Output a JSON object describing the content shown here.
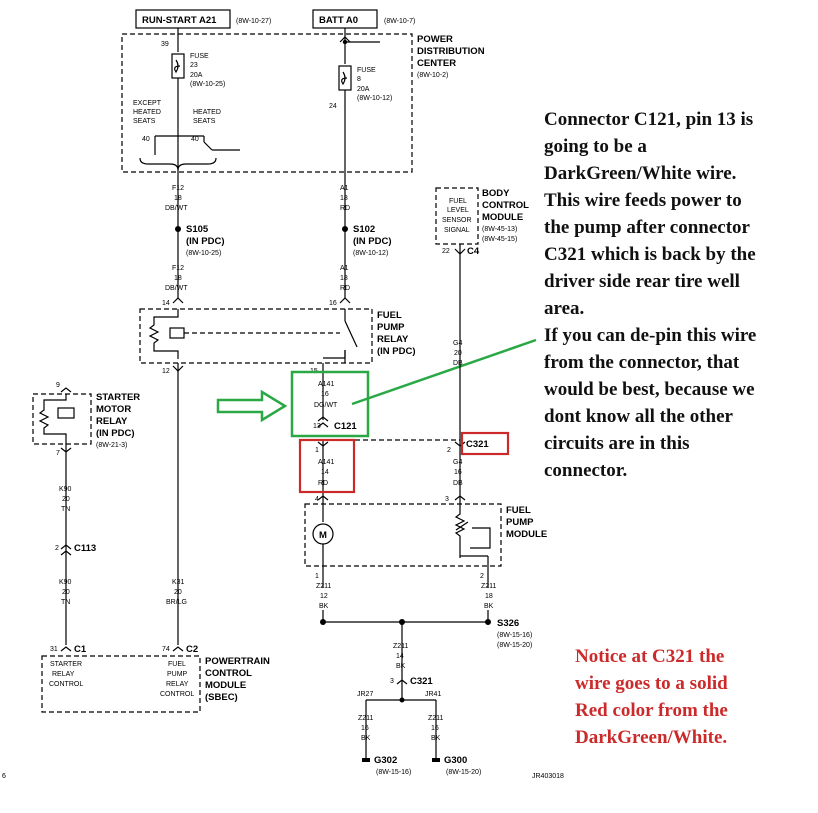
{
  "top_labels": {
    "run_start": "RUN-START A21",
    "run_start_ref": "(8W-10-27)",
    "batt": "BATT A0",
    "batt_ref": "(8W-10-7)"
  },
  "pdc": {
    "title_line1": "POWER",
    "title_line2": "DISTRIBUTION",
    "title_line3": "CENTER",
    "ref": "(8W-10-2)",
    "pin_39": "39",
    "pin_24": "24",
    "fuse23_l1": "FUSE",
    "fuse23_l2": "23",
    "fuse23_l3": "20A",
    "fuse23_ref": "(8W-10-25)",
    "fuse8_l1": "FUSE",
    "fuse8_l2": "8",
    "fuse8_l3": "20A",
    "fuse8_ref": "(8W-10-12)",
    "except_l1": "EXCEPT",
    "except_l2": "HEATED",
    "except_l3": "SEATS",
    "heated_l1": "HEATED",
    "heated_l2": "SEATS",
    "pin_40a": "40",
    "pin_40b": "40"
  },
  "wires": {
    "f12_a": {
      "l1": "F12",
      "l2": "18",
      "l3": "DB/WT"
    },
    "a1_a": {
      "l1": "A1",
      "l2": "18",
      "l3": "RD"
    },
    "f12_b": {
      "l1": "F12",
      "l2": "18",
      "l3": "DB/WT"
    },
    "a1_b": {
      "l1": "A1",
      "l2": "18",
      "l3": "RD"
    },
    "g4_a": {
      "l1": "G4",
      "l2": "20",
      "l3": "DB"
    },
    "a141_a": {
      "l1": "A141",
      "l2": "16",
      "l3": "DG/WT"
    },
    "a141_b": {
      "l1": "A141",
      "l2": "14",
      "l3": "RD"
    },
    "g4_b": {
      "l1": "G4",
      "l2": "16",
      "l3": "DB"
    },
    "k90_a": {
      "l1": "K90",
      "l2": "20",
      "l3": "TN"
    },
    "k90_b": {
      "l1": "K90",
      "l2": "20",
      "l3": "TN"
    },
    "k31": {
      "l1": "K31",
      "l2": "20",
      "l3": "BR/LG"
    },
    "z211_l": {
      "l1": "Z211",
      "l2": "12",
      "l3": "BK"
    },
    "z211_r": {
      "l1": "Z211",
      "l2": "18",
      "l3": "BK"
    },
    "z211_c": {
      "l1": "Z211",
      "l2": "14",
      "l3": "BK"
    },
    "z211_jl": {
      "l1": "Z211",
      "l2": "16",
      "l3": "BK"
    },
    "z211_jr": {
      "l1": "Z211",
      "l2": "16",
      "l3": "BK"
    }
  },
  "splices": {
    "s105": "S105",
    "s105_sub": "(IN PDC)",
    "s105_ref": "(8W-10-25)",
    "s102": "S102",
    "s102_sub": "(IN PDC)",
    "s102_ref": "(8W-10-12)",
    "s326": "S326",
    "s326_ref1": "(8W-15-16)",
    "s326_ref2": "(8W-15-20)"
  },
  "fuel_pump_relay": {
    "l1": "FUEL",
    "l2": "PUMP",
    "l3": "RELAY",
    "l4": "(IN PDC)",
    "pin_14": "14",
    "pin_16": "16",
    "pin_12": "12",
    "pin_15": "15"
  },
  "bcm": {
    "l1": "BODY",
    "l2": "CONTROL",
    "l3": "MODULE",
    "ref1": "(8W-45-13)",
    "ref2": "(8W-45-15)",
    "sig_l1": "FUEL",
    "sig_l2": "LEVEL",
    "sig_l3": "SENSOR",
    "sig_l4": "SIGNAL",
    "pin": "22",
    "conn": "C4"
  },
  "connectors": {
    "c121": "C121",
    "c121_pin": "13",
    "c321": "C321",
    "pin_1": "1",
    "pin_2": "2",
    "pin_4": "4",
    "pin_3": "3",
    "c113": "C113",
    "c113_pin": "2",
    "c321_b": "C321",
    "c321_b_pin": "3",
    "jr27": "JR27",
    "jr41": "JR41"
  },
  "starter_relay": {
    "l1": "STARTER",
    "l2": "MOTOR",
    "l3": "RELAY",
    "l4": "(IN PDC)",
    "ref": "(8W-21-3)",
    "pin_9": "9",
    "pin_7": "7"
  },
  "fuel_pump_module": {
    "l1": "FUEL",
    "l2": "PUMP",
    "l3": "MODULE",
    "motor": "M",
    "pin_1a": "1",
    "pin_2a": "2"
  },
  "pcm": {
    "l1": "POWERTRAIN",
    "l2": "CONTROL",
    "l3": "MODULE",
    "l4": "(SBEC)",
    "c1_pin": "31",
    "c1": "C1",
    "c2_pin": "74",
    "c2": "C2",
    "starter_l1": "STARTER",
    "starter_l2": "RELAY",
    "starter_l3": "CONTROL",
    "pump_l1": "FUEL",
    "pump_l2": "PUMP",
    "pump_l3": "RELAY",
    "pump_l4": "CONTROL"
  },
  "grounds": {
    "g302": "G302",
    "g302_ref": "(8W-15-16)",
    "g300": "G300",
    "g300_ref": "(8W-15-20)"
  },
  "footer": {
    "page": "6",
    "code": "JR403018"
  },
  "annotations": {
    "black_note": "Connector C121, pin 13 is\ngoing to be a\nDarkGreen/White wire.\nThis wire feeds power to\nthe pump after connector\nC321 which is back by the\ndriver side rear tire well\narea.\nIf you can de-pin this wire\nfrom the connector, that\nwould be best, because we\ndont know all the other\ncircuits are in this\nconnector.",
    "red_note": "Notice at C321 the\nwire goes to a solid\nRed color from the\nDarkGreen/White.",
    "highlight_green": "#2aa845",
    "highlight_red": "#cc2a2a",
    "red_note_color": "#cc2a2a"
  }
}
